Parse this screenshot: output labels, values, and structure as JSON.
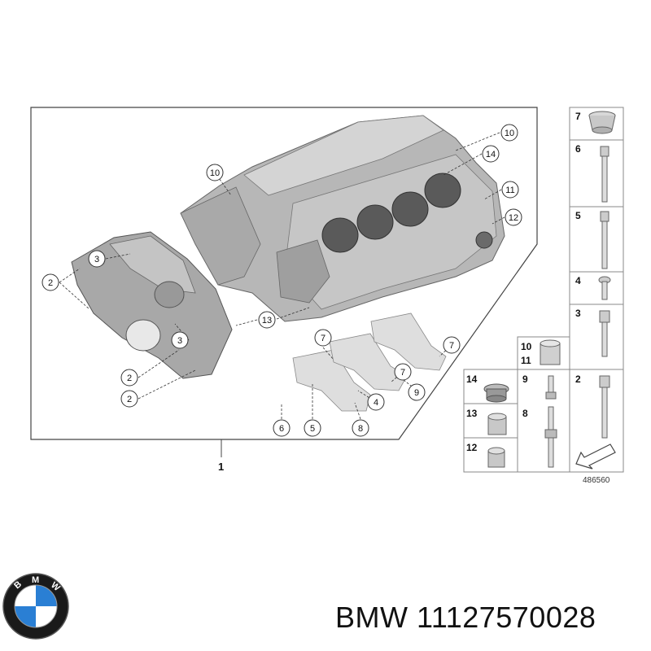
{
  "assembly_label": "1",
  "reference_number": "486560",
  "callouts": [
    "2",
    "3",
    "4",
    "5",
    "6",
    "7",
    "8",
    "9",
    "10",
    "11",
    "12",
    "13",
    "14"
  ],
  "legend": {
    "c7": "7",
    "c6": "6",
    "c5": "5",
    "c4": "4",
    "c3": "3",
    "c2": "2",
    "c10": "10",
    "c11": "11",
    "c9": "9",
    "c14": "14",
    "c8": "8",
    "c13": "13",
    "c12": "12"
  },
  "caption": {
    "brand": "BMW",
    "part_number": "11127570028"
  },
  "logo": {
    "text": "BMW",
    "colors": {
      "blue": "#2a7fd4",
      "white": "#ffffff",
      "ring": "#1a1a1a"
    }
  }
}
